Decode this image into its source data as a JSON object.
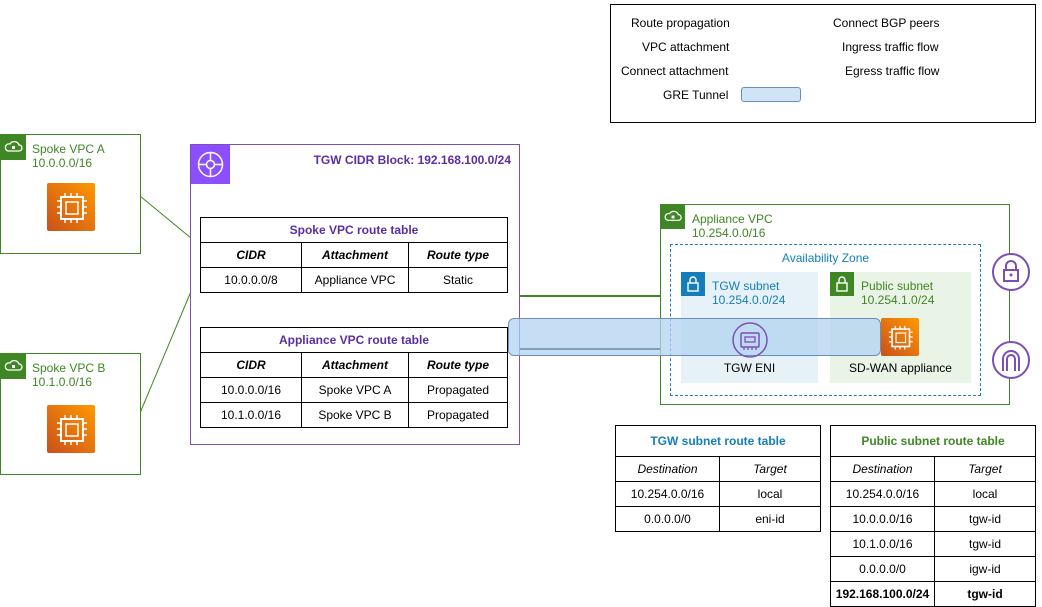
{
  "legend": {
    "route_propagation": "Route propagation",
    "vpc_attachment": "VPC attachment",
    "connect_attachment": "Connect attachment",
    "gre_tunnel": "GRE Tunnel",
    "connect_bgp_peers": "Connect BGP peers",
    "ingress_traffic_flow": "Ingress traffic flow",
    "egress_traffic_flow": "Egress traffic flow"
  },
  "spoke_a": {
    "name": "Spoke VPC A",
    "cidr": "10.0.0.0/16"
  },
  "spoke_b": {
    "name": "Spoke VPC B",
    "cidr": "10.1.0.0/16"
  },
  "tgw": {
    "cidr_block": "TGW CIDR Block: 192.168.100.0/24"
  },
  "spoke_rt": {
    "title": "Spoke VPC route table",
    "headers": [
      "CIDR",
      "Attachment",
      "Route type"
    ],
    "rows": [
      [
        "10.0.0.0/8",
        "Appliance VPC",
        "Static"
      ]
    ]
  },
  "appliance_rt": {
    "title": "Appliance VPC route table",
    "headers": [
      "CIDR",
      "Attachment",
      "Route type"
    ],
    "rows": [
      [
        "10.0.0.0/16",
        "Spoke VPC A",
        "Propagated"
      ],
      [
        "10.1.0.0/16",
        "Spoke VPC B",
        "Propagated"
      ]
    ]
  },
  "appliance_vpc": {
    "name": "Appliance VPC",
    "cidr": "10.254.0.0/16",
    "az": "Availability Zone",
    "tgw_subnet": {
      "name": "TGW subnet",
      "cidr": "10.254.0.0/24",
      "eni": "TGW ENI"
    },
    "public_subnet": {
      "name": "Public subnet",
      "cidr": "10.254.1.0/24",
      "appliance": "SD-WAN appliance"
    }
  },
  "tgw_subnet_rt": {
    "title": "TGW subnet route table",
    "headers": [
      "Destination",
      "Target"
    ],
    "rows": [
      [
        "10.254.0.0/16",
        "local"
      ],
      [
        "0.0.0.0/0",
        "eni-id"
      ]
    ]
  },
  "public_subnet_rt": {
    "title": "Public subnet route table",
    "headers": [
      "Destination",
      "Target"
    ],
    "rows": [
      [
        "10.254.0.0/16",
        "local"
      ],
      [
        "10.0.0.0/16",
        "tgw-id"
      ],
      [
        "10.1.0.0/16",
        "tgw-id"
      ],
      [
        "0.0.0.0/0",
        "igw-id"
      ],
      [
        "192.168.100.0/24",
        "tgw-id"
      ]
    ]
  },
  "colors": {
    "vpc_green": "#3f8624",
    "tgw_purple": "#8c4fff",
    "subnet_blue": "#147eba",
    "connect_bgp": "#f0a030",
    "ingress": "#0000ff",
    "egress": "#ff0000"
  }
}
